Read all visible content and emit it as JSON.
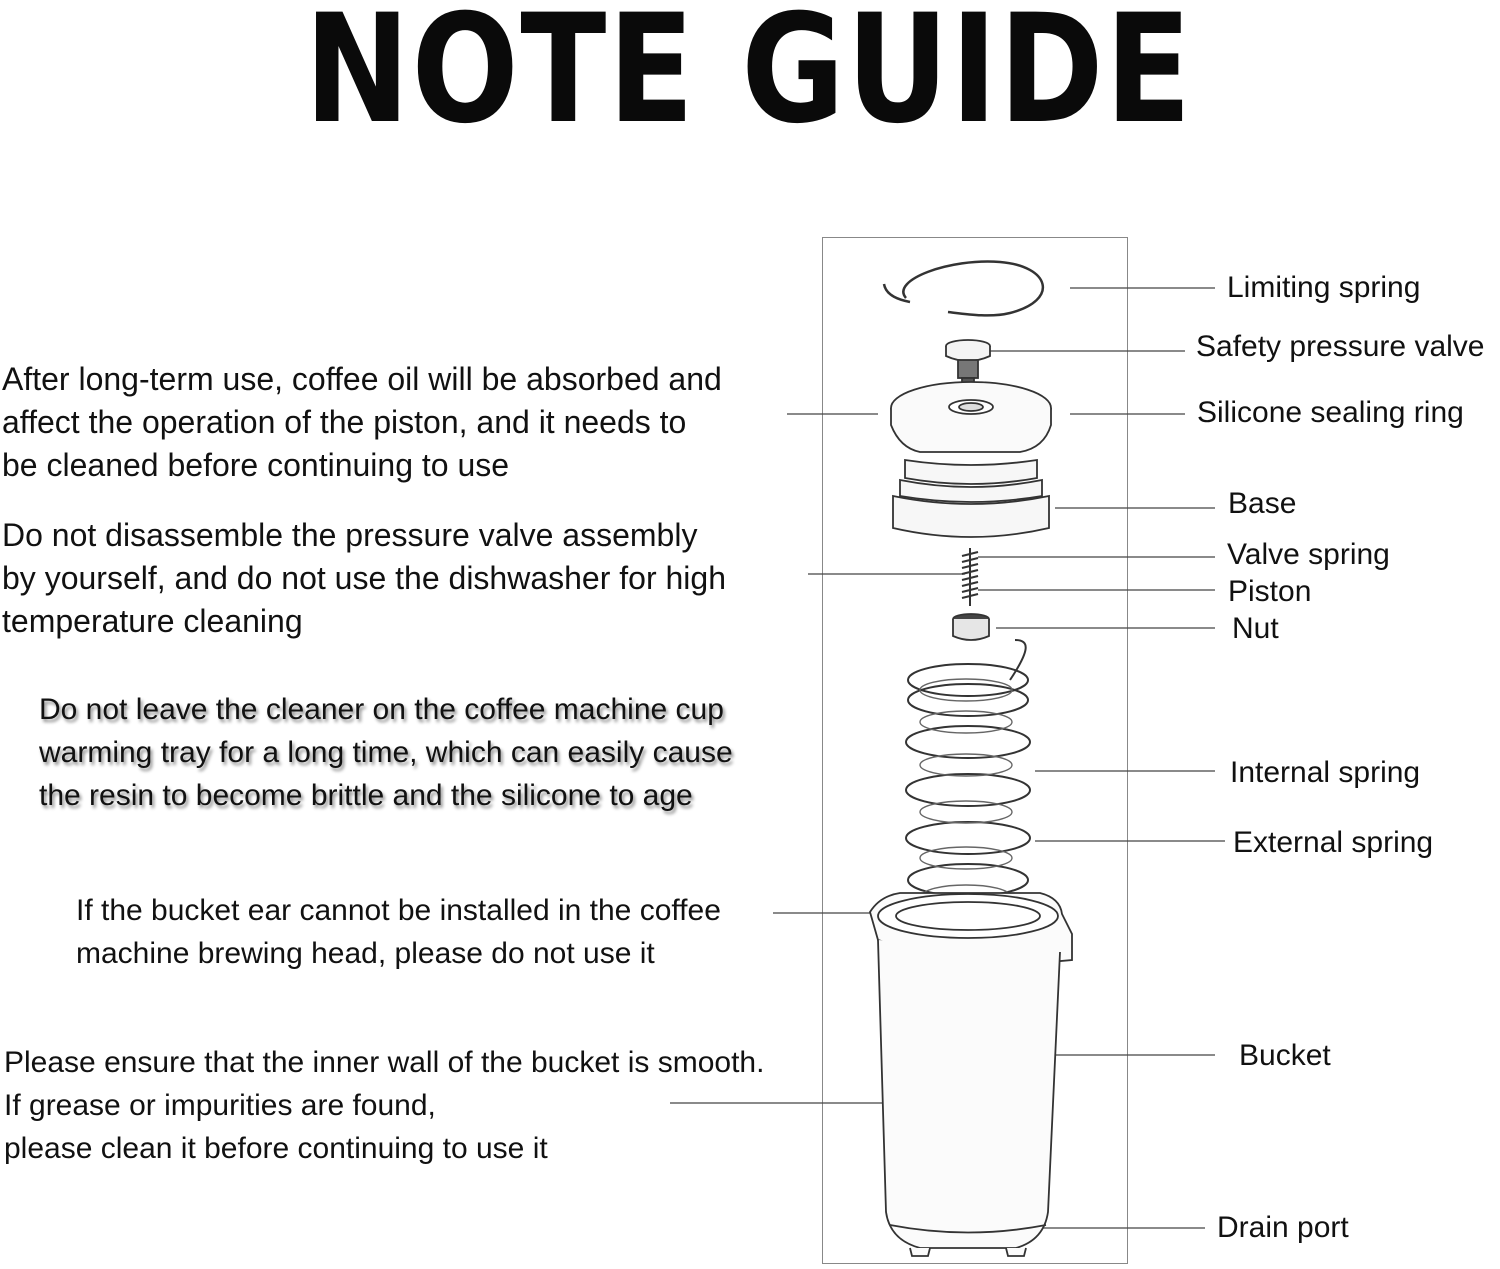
{
  "title": "NOTE GUIDE",
  "notes": [
    "After long-term use, coffee oil will be absorbed and",
    "affect the operation of the piston, and it needs to",
    "be cleaned before continuing to use",
    "Do not disassemble the pressure valve assembly",
    "by yourself, and do not use the dishwasher for high",
    "temperature cleaning",
    "Do not leave the cleaner on the coffee machine cup",
    "warming tray for a long time, which can easily cause",
    "the resin to become brittle and the silicone to age",
    "If the bucket ear cannot be installed in the coffee",
    "machine brewing head, please do not use it",
    "Please ensure that the inner wall of the bucket is smooth.",
    "If grease or impurities are found,",
    "please clean it before continuing to use it"
  ],
  "parts": {
    "limiting_spring": "Limiting spring",
    "safety_pressure_valve": "Safety pressure valve",
    "silicone_sealing_ring": "Silicone sealing ring",
    "base": "Base",
    "valve_spring": "Valve spring",
    "piston": "Piston",
    "nut": "Nut",
    "internal_spring": "Internal spring",
    "external_spring": "External spring",
    "bucket": "Bucket",
    "drain_port": "Drain port"
  }
}
